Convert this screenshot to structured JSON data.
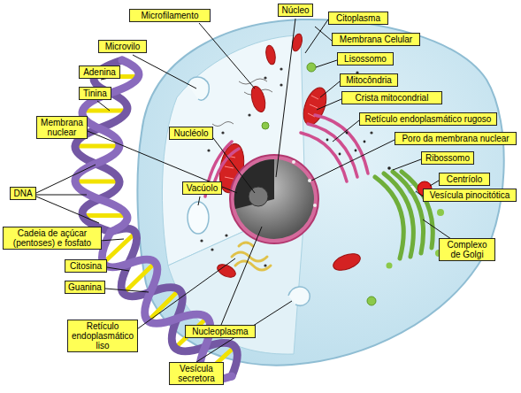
{
  "diagram": {
    "nodes": [
      {
        "text": [
          "Núcleo"
        ]
      },
      {
        "text": [
          "Microfilamento"
        ]
      },
      {
        "text": [
          "Citoplasma"
        ]
      },
      {
        "text": [
          "Membrana Celular"
        ]
      },
      {
        "text": [
          "Microvilo"
        ]
      },
      {
        "text": [
          "Lisossomo"
        ]
      },
      {
        "text": [
          "Adenina"
        ]
      },
      {
        "text": [
          "Mitocôndria"
        ]
      },
      {
        "text": [
          "Tinina"
        ]
      },
      {
        "text": [
          "Crista mitocondrial"
        ]
      },
      {
        "text": [
          "Retículo endoplasmático rugoso"
        ]
      },
      {
        "text": [
          "Membrana nuclear"
        ]
      },
      {
        "text": [
          "Nucléolo"
        ]
      },
      {
        "text": [
          "Poro da membrana nuclear"
        ]
      },
      {
        "text": [
          "Ribossomo"
        ]
      },
      {
        "text": [
          "Centríolo"
        ]
      },
      {
        "text": [
          "Vacúolo"
        ]
      },
      {
        "text": [
          "DNA"
        ]
      },
      {
        "text": [
          "Vesícula pinocitótica"
        ]
      },
      {
        "text": [
          "Cadeia de açúcar (pentoses) e fosfato"
        ]
      },
      {
        "text": [
          "Complexo de Golgi"
        ]
      },
      {
        "text": [
          "Citosina"
        ]
      },
      {
        "text": [
          "Guanina"
        ]
      },
      {
        "text": [
          "Retículo endoplasmático liso"
        ]
      },
      {
        "text": [
          "Nucleoplasma"
        ]
      },
      {
        "text": [
          "Vesícula secretora"
        ]
      }
    ]
  }
}
